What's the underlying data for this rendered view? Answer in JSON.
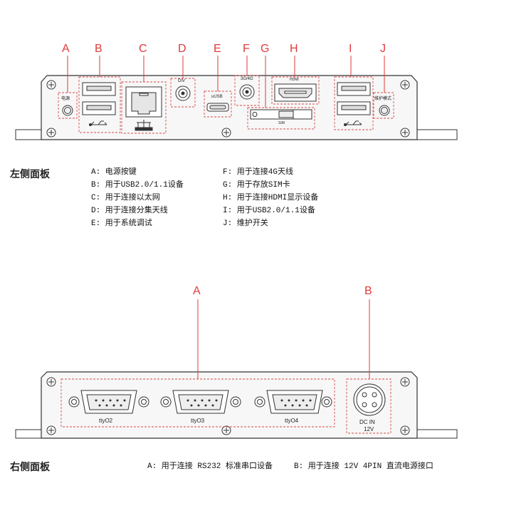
{
  "colors": {
    "callout": "#e23a3a",
    "panel_fill": "#f7f7f7",
    "outline": "#333333",
    "dash": "#d94a4a"
  },
  "left_panel": {
    "callouts": [
      "A",
      "B",
      "C",
      "D",
      "E",
      "F",
      "G",
      "H",
      "I",
      "J"
    ],
    "port_labels": {
      "power": "电源",
      "div": "DIV",
      "usb": "uUSB",
      "antenna_4g": "3G/4G",
      "hdmi": "HDMI",
      "sim": "SIM",
      "mode": "维护模式"
    },
    "title": "左侧面板",
    "descriptions_col1": [
      "A: 电源按键",
      "B: 用于USB2.0/1.1设备",
      "C: 用于连接以太网",
      "D: 用于连接分集天线",
      "E: 用于系统调试"
    ],
    "descriptions_col2": [
      "F: 用于连接4G天线",
      "G: 用于存放SIM卡",
      "H: 用于连接HDMI显示设备",
      "I: 用于USB2.0/1.1设备",
      "J: 维护开关"
    ]
  },
  "right_panel": {
    "callouts": [
      "A",
      "B"
    ],
    "port_labels": {
      "tty2": "ttyO2",
      "tty3": "ttyO3",
      "tty4": "ttyO4",
      "dcin_1": "DC IN",
      "dcin_2": "12V"
    },
    "title": "右侧面板",
    "desc_a": "A: 用于连接 RS232 标准串口设备",
    "desc_b": "B: 用于连接 12V   4PIN 直流电源接口"
  }
}
